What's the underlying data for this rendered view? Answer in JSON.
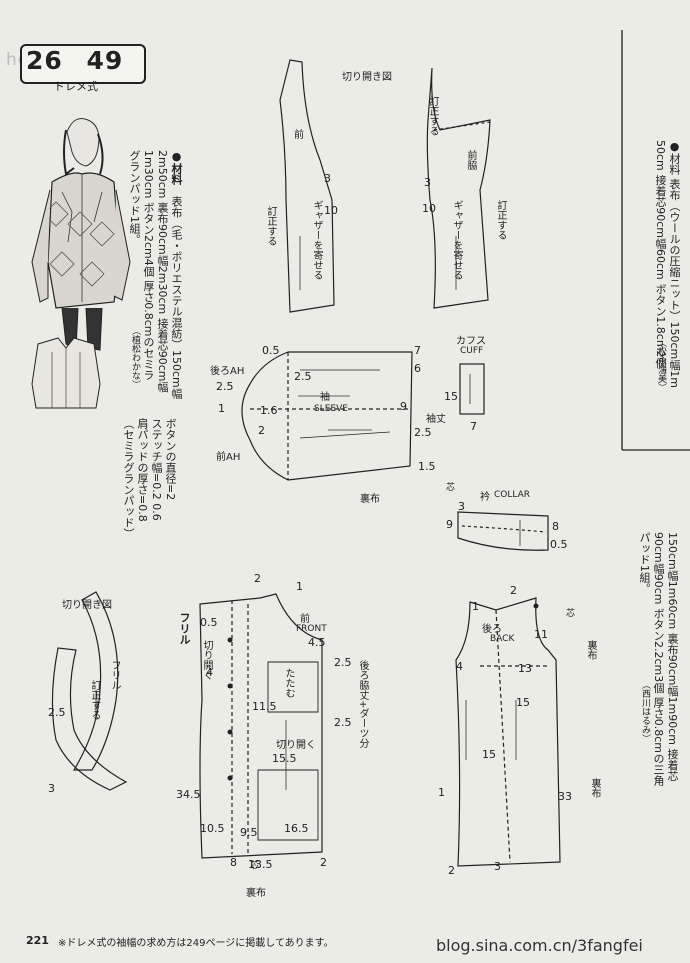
{
  "header": {
    "code": "26",
    "number": "49",
    "method": "ドレメ式",
    "watermark": "hc.com"
  },
  "materials_left": {
    "heading": "●材料",
    "line1": "表布（毛・ポリエステル混紡）150cm幅",
    "line2": "2m50cm 裏布90cm幅2m30cm 接着芯90cm幅",
    "line3": "1m30cm ボタン2cm4個 厚さ0.8cmのセミラ",
    "line4": "グランパッド1組。",
    "designer": "（植松わかな）"
  },
  "button_note": {
    "line1": "ボタンの直径=2",
    "line2": "ステッチ幅=0.2 0.6",
    "line3": "肩パッドの厚さ=0.8",
    "line4": "（セミラグランパッド）"
  },
  "right_column": {
    "top_line1": "●材料 表布（ウールの圧縮ニット）150cm幅1m",
    "top_line2": "50cm 接着芯90cm幅60cm ボタン1.8cm2個。",
    "top_designer": "（松永浩美）",
    "bottom_line1": "150cm幅1m60cm 裏布90cm幅1m90cm 接着芯",
    "bottom_line2": "90cm幅90cm ボタン2.2cm3個 厚さ0.8cmの三角",
    "bottom_line3": "パッド1組。",
    "bottom_designer": "（西川はるみ）"
  },
  "diagrams": {
    "kirihiraki_top": "切り開き図",
    "mae": "前",
    "mae_waki": "前脇",
    "teisei": "訂正する",
    "gather": "ギャザーを寄せる",
    "cuffs": "カフス",
    "cuff_en": "CUFF",
    "sleeve": "袖",
    "sleeve_en": "SLEEVE",
    "back_ah": "後ろAH",
    "front_ah": "前AH",
    "sodetake": "袖丈",
    "urafu": "裏布",
    "shin": "芯",
    "collar": "衿",
    "collar_en": "COLLAR",
    "kirihiraki_bottom": "切り開き図",
    "frill": "フリル",
    "front": "前",
    "front_en": "FRONT",
    "kirihiraku": "切り開く",
    "tatamu": "たたむ",
    "ushiro_waki": "後ろ脇丈+ダーツ分",
    "back": "後ろ",
    "back_en": "BACK"
  },
  "numbers": {
    "n0_5": "0.5",
    "n7": "7",
    "n25": "2.5",
    "n6": "6",
    "n1": "1",
    "n16": "1.6",
    "n2": "2",
    "n9": "9",
    "n15": "1.5",
    "n3": "3",
    "n10": "10",
    "n8": "8",
    "n4": "4",
    "n45": "4.5",
    "n345": "34.5",
    "n105": "10.5",
    "n135": "13.5",
    "n165": "16.5",
    "n155": "15.5",
    "n95": "9.5",
    "n115": "11.5",
    "n11": "11",
    "n13": "13",
    "n33": "33",
    "n1_5": "15"
  },
  "footer": {
    "page": "221",
    "note": "※ドレメ式の袖幅の求め方は249ページに掲載してあります。",
    "blog": "blog.sina.com.cn/3fangfei"
  }
}
